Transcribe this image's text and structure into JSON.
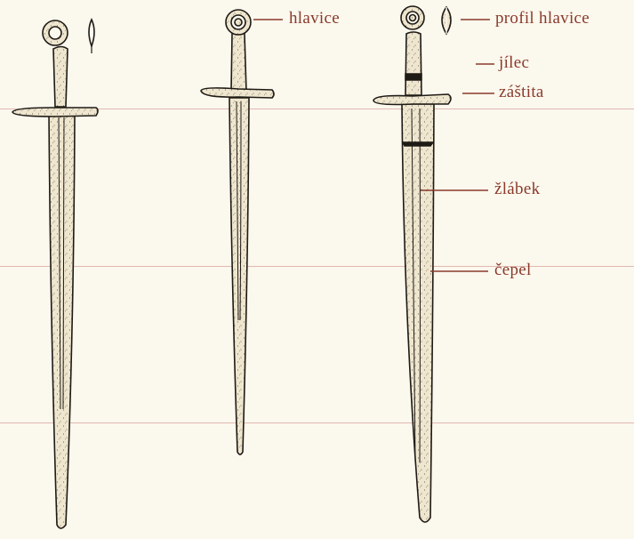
{
  "labels": {
    "hlavice": "hlavice",
    "profil_hlavice": "profil hlavice",
    "jilec": "jílec",
    "zastita": "záštita",
    "zlabek": "žlábek",
    "cepel": "čepel"
  },
  "colors": {
    "paper": "#fbf8ee",
    "ink": "#1e1a15",
    "blade_fill": "#efe6cf",
    "label_text": "#8a3a2a",
    "leader_line": "#8a3a2a",
    "ruled_line": "#d9a9a0"
  }
}
